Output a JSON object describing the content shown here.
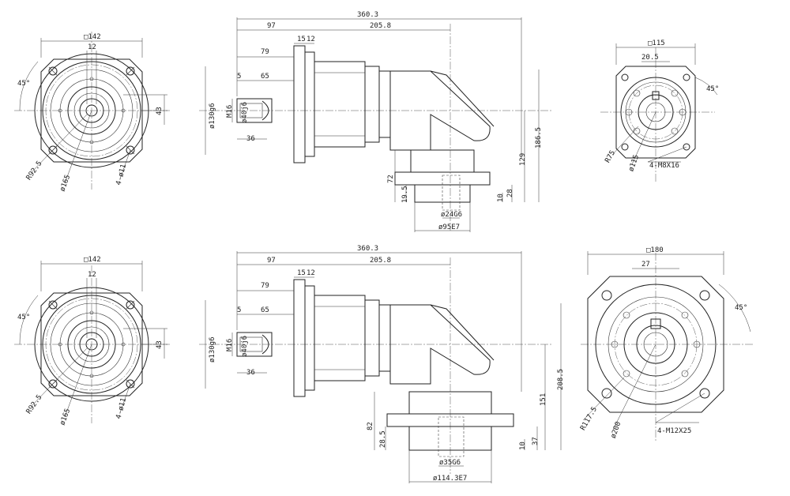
{
  "top": {
    "front_left": {
      "square": "□142",
      "key_width": "12",
      "angle": "45°",
      "height_43": "43",
      "r": "R92.5",
      "pcd": "ø165",
      "holes": "4-ø11"
    },
    "side": {
      "overall": "360.3",
      "d97": "97",
      "d205": "205.8",
      "d15": "15",
      "d12": "12",
      "d79": "79",
      "d5": "5",
      "d65": "65",
      "d36": "36",
      "d130": "ø130g6",
      "d40": "ø40j6",
      "m16": "M16",
      "h186": "186.5",
      "h129": "129",
      "h72": "72",
      "h19": "19.5",
      "h28": "28",
      "h10": "10",
      "d24": "ø24G6",
      "d95": "ø95E7"
    },
    "front_right": {
      "square": "□115",
      "key": "20.5",
      "angle": "45°",
      "r": "R75",
      "pcd": "ø115",
      "holes": "4-M8X16"
    }
  },
  "bottom": {
    "front_left": {
      "square": "□142",
      "key_width": "12",
      "angle": "45°",
      "height_43": "43",
      "r": "R92.5",
      "pcd": "ø165",
      "holes": "4-ø11"
    },
    "side": {
      "overall": "360.3",
      "d97": "97",
      "d205": "205.8",
      "d15": "15",
      "d12": "12",
      "d79": "79",
      "d5": "5",
      "d65": "65",
      "d36": "36",
      "d130": "ø130g6",
      "d40": "ø40j6",
      "m16": "M16",
      "h208": "208.5",
      "h151": "151",
      "h82": "82",
      "h28": "28.5",
      "h37": "37",
      "h10": "10",
      "d35": "ø35G6",
      "d114": "ø114.3E7"
    },
    "front_right": {
      "square": "□180",
      "key": "27",
      "angle": "45°",
      "r": "R117.5",
      "pcd": "ø200",
      "holes": "4-M12X25"
    }
  }
}
